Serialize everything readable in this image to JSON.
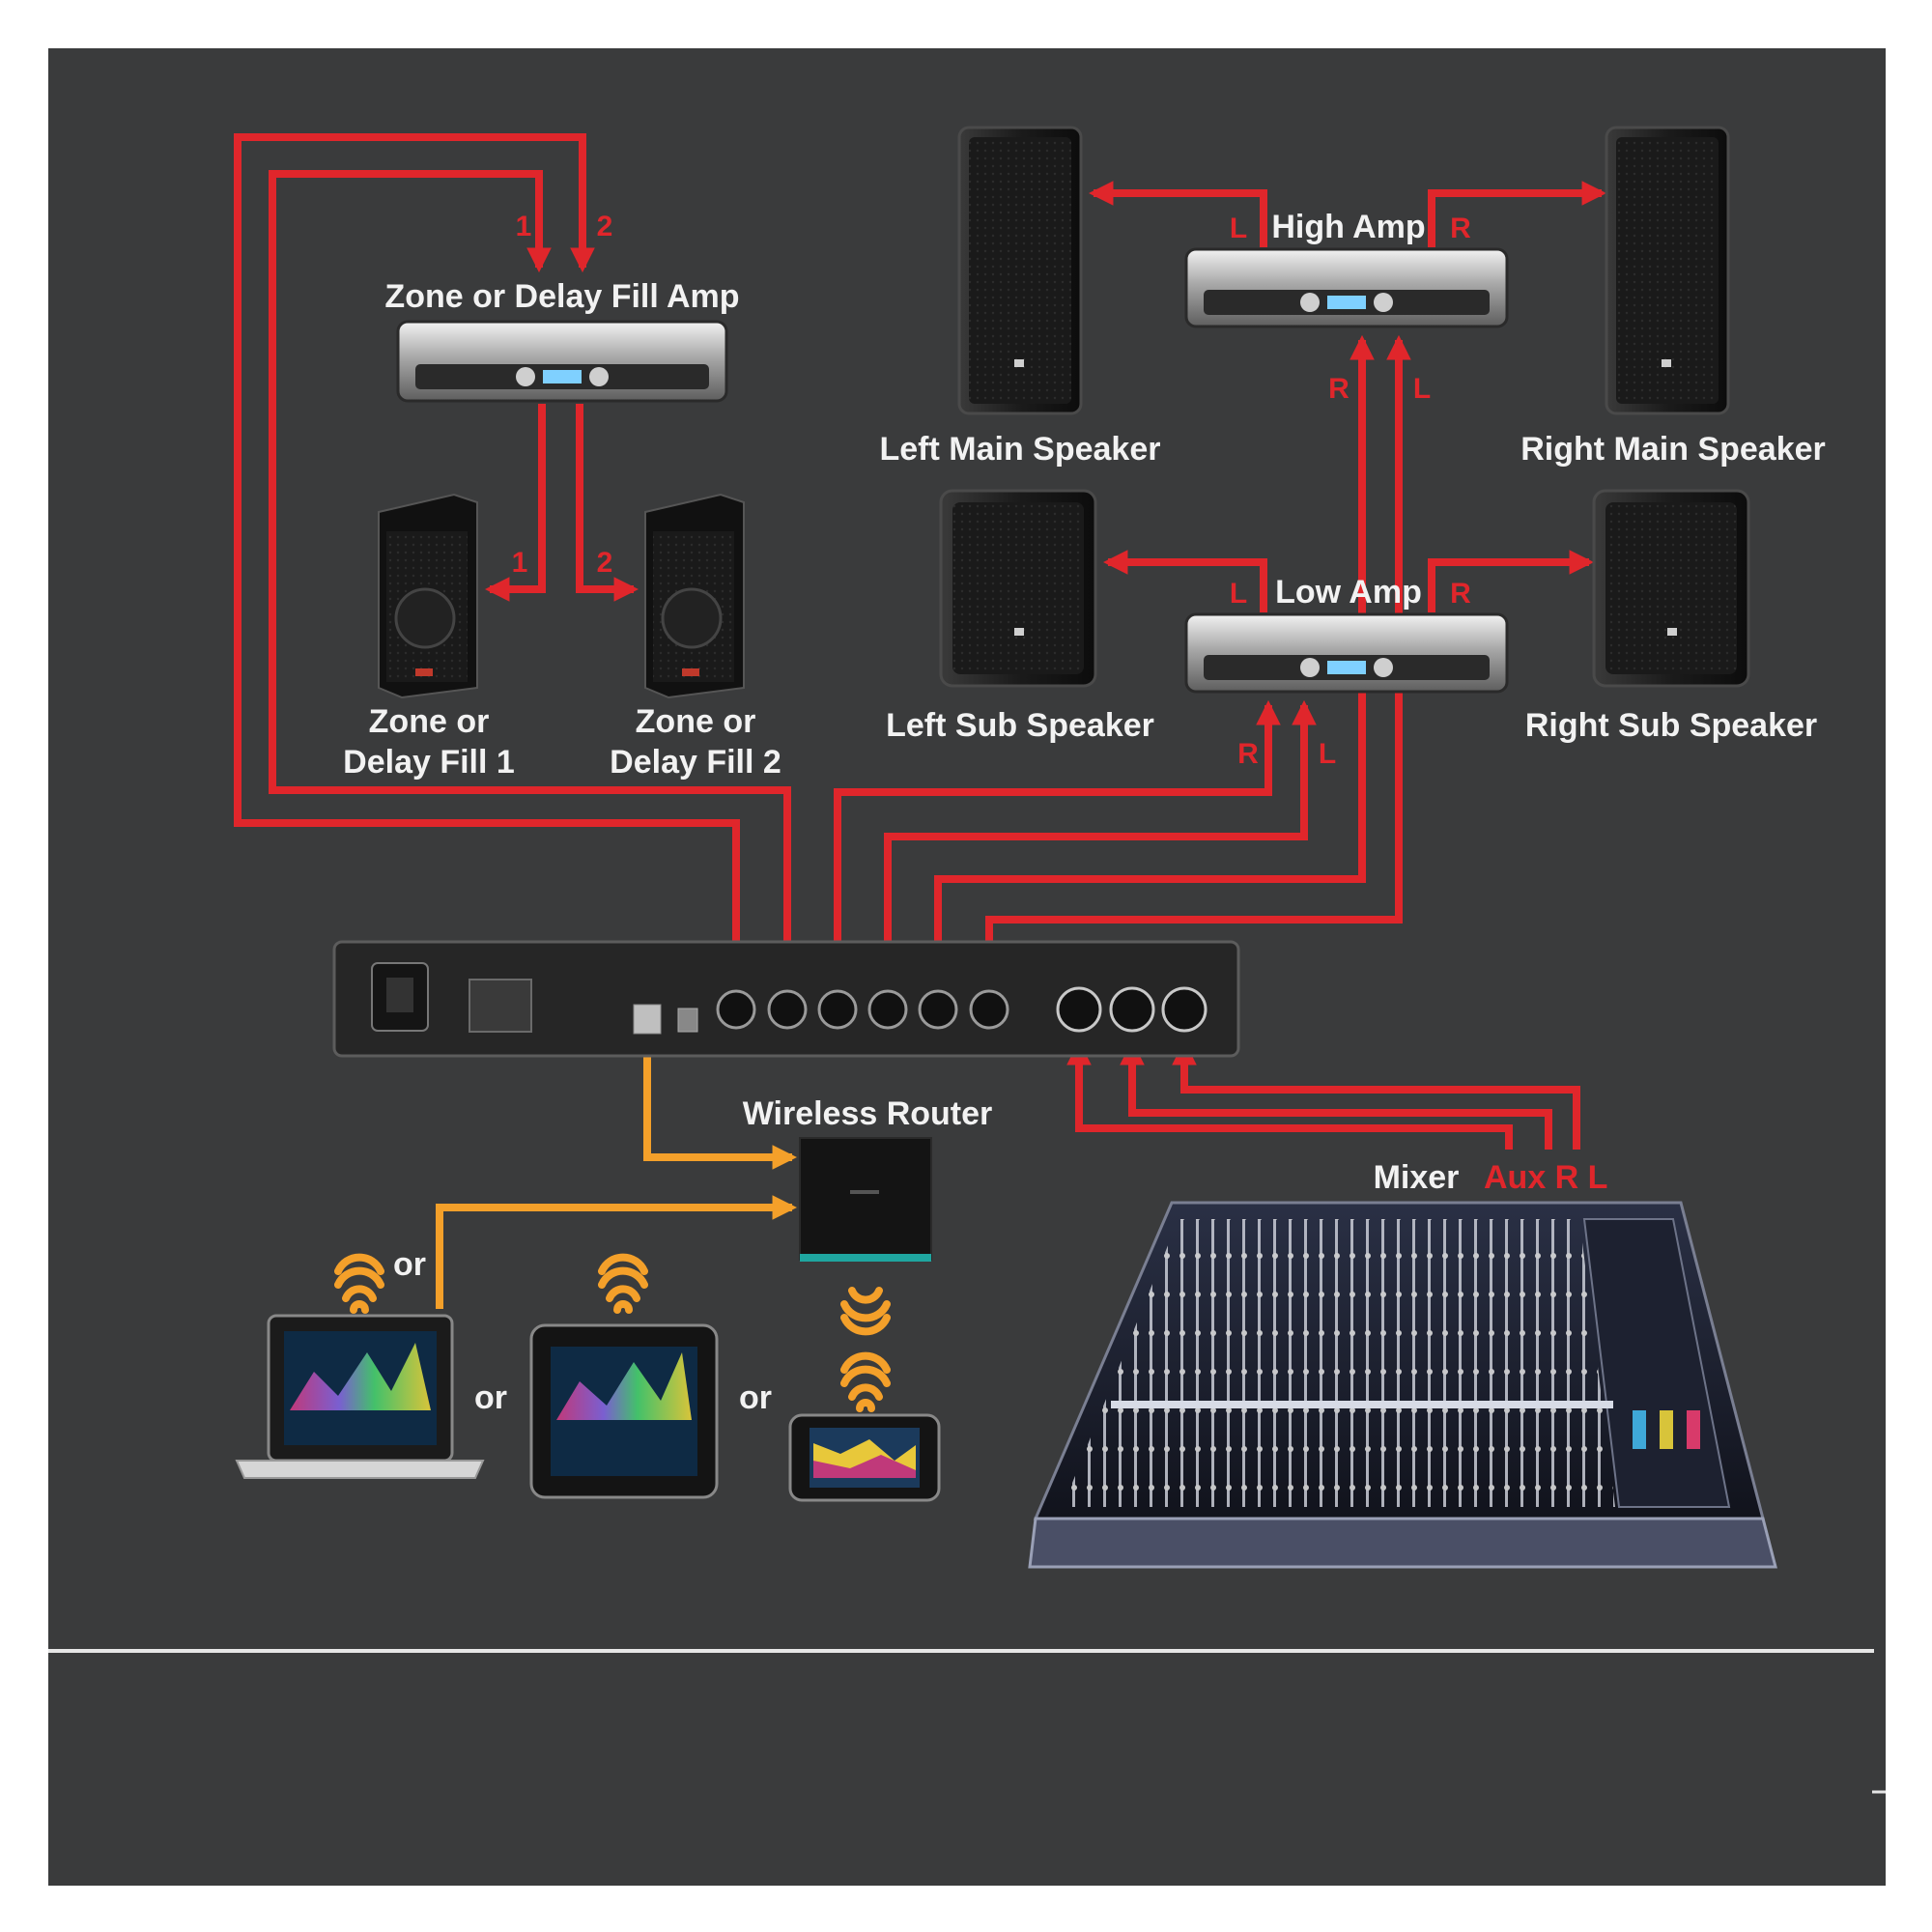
{
  "colors": {
    "background": "#3a3b3c",
    "signal": "#e0262b",
    "network": "#f4a02a",
    "label": "#f2f2f2"
  },
  "labels": {
    "zone_amp": "Zone or Delay Fill Amp",
    "zone_fill_1": [
      "Zone or",
      "Delay Fill 1"
    ],
    "zone_fill_2": [
      "Zone or",
      "Delay Fill 2"
    ],
    "high_amp": "High Amp",
    "low_amp": "Low Amp",
    "left_main": "Left Main Speaker",
    "right_main": "Right Main Speaker",
    "left_sub": "Left Sub Speaker",
    "right_sub": "Right Sub Speaker",
    "wireless_router": "Wireless Router",
    "mixer": "Mixer",
    "mixer_channels": "Aux R L",
    "or": "or"
  },
  "channel_tags": {
    "one": "1",
    "two": "2",
    "left": "L",
    "right": "R"
  },
  "icons": [
    "amplifier-icon",
    "speaker-icon",
    "wireless-router-icon",
    "laptop-icon",
    "tablet-icon",
    "phone-icon",
    "mixer-icon",
    "wifi-icon",
    "processor-icon"
  ]
}
